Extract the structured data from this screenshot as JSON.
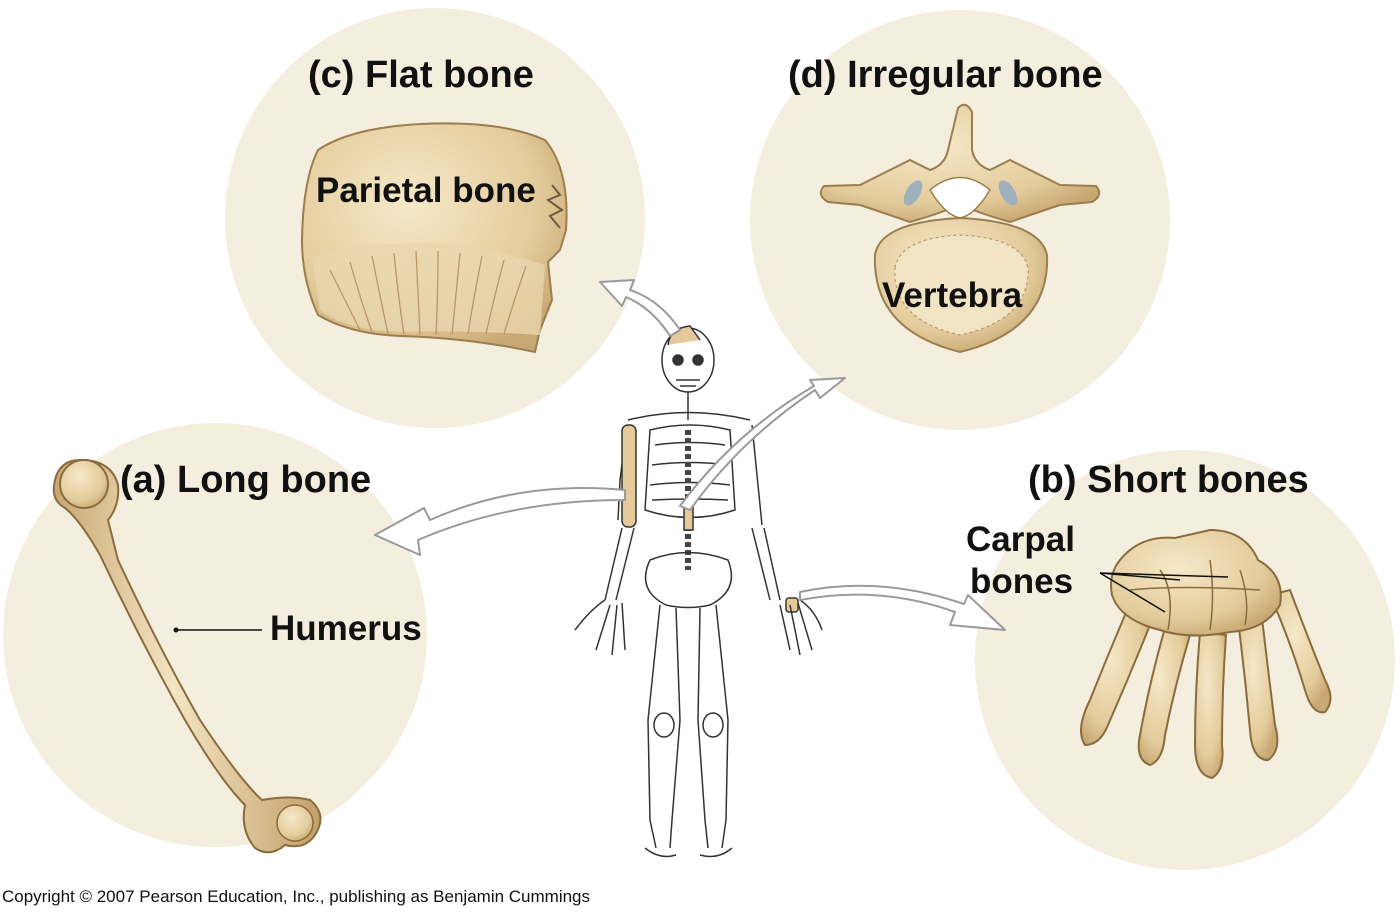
{
  "colors": {
    "circle_fill": "#f4eedf",
    "bone_fill": "#e8d4a8",
    "bone_shade": "#c9ad78",
    "bone_outline": "#8a6b3e",
    "arrow_fill": "#ffffff",
    "arrow_stroke": "#9a9a9a",
    "skeleton_stroke": "#333333",
    "highlight": "#e6c99a",
    "text": "#111111"
  },
  "panels": {
    "flat": {
      "title": "(c) Flat bone",
      "bone_label": "Parietal bone",
      "icon": "parietal-bone-icon"
    },
    "irregular": {
      "title": "(d) Irregular bone",
      "bone_label": "Vertebra",
      "icon": "vertebra-icon"
    },
    "long": {
      "title": "(a) Long bone",
      "bone_label": "Humerus",
      "icon": "humerus-icon"
    },
    "short": {
      "title": "(b) Short bones",
      "bone_label_line1": "Carpal",
      "bone_label_line2": "bones",
      "icon": "carpal-bones-icon"
    }
  },
  "center": {
    "icon": "human-skeleton-icon"
  },
  "footer": {
    "copyright": "Copyright © 2007 Pearson Education, Inc., publishing as Benjamin Cummings"
  }
}
